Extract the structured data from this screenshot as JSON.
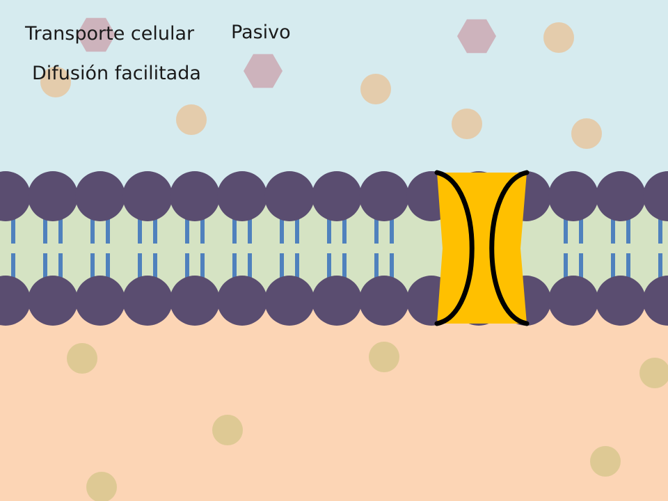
{
  "labels": {
    "title": "Transporte celular",
    "mode": "Pasivo",
    "subtitle": "Difusión facilitada"
  },
  "colors": {
    "extracellular": "#d6ebef",
    "intracellular": "#fcd5b5",
    "membrane_core": "#d5e3c3",
    "phospholipid_head": "#5a4d70",
    "lipid_tail": "#4f81bd",
    "channel_protein": "#ffc000",
    "channel_outline": "#000000",
    "hexagon_molecule": "#c9a0ab",
    "orange_molecule": "#e8c196",
    "green_molecule": "#d4c48a"
  },
  "icons": [
    "phospholipid-head-icon",
    "lipid-tail-icon",
    "channel-protein-icon",
    "hexagon-molecule-icon",
    "round-molecule-icon"
  ]
}
